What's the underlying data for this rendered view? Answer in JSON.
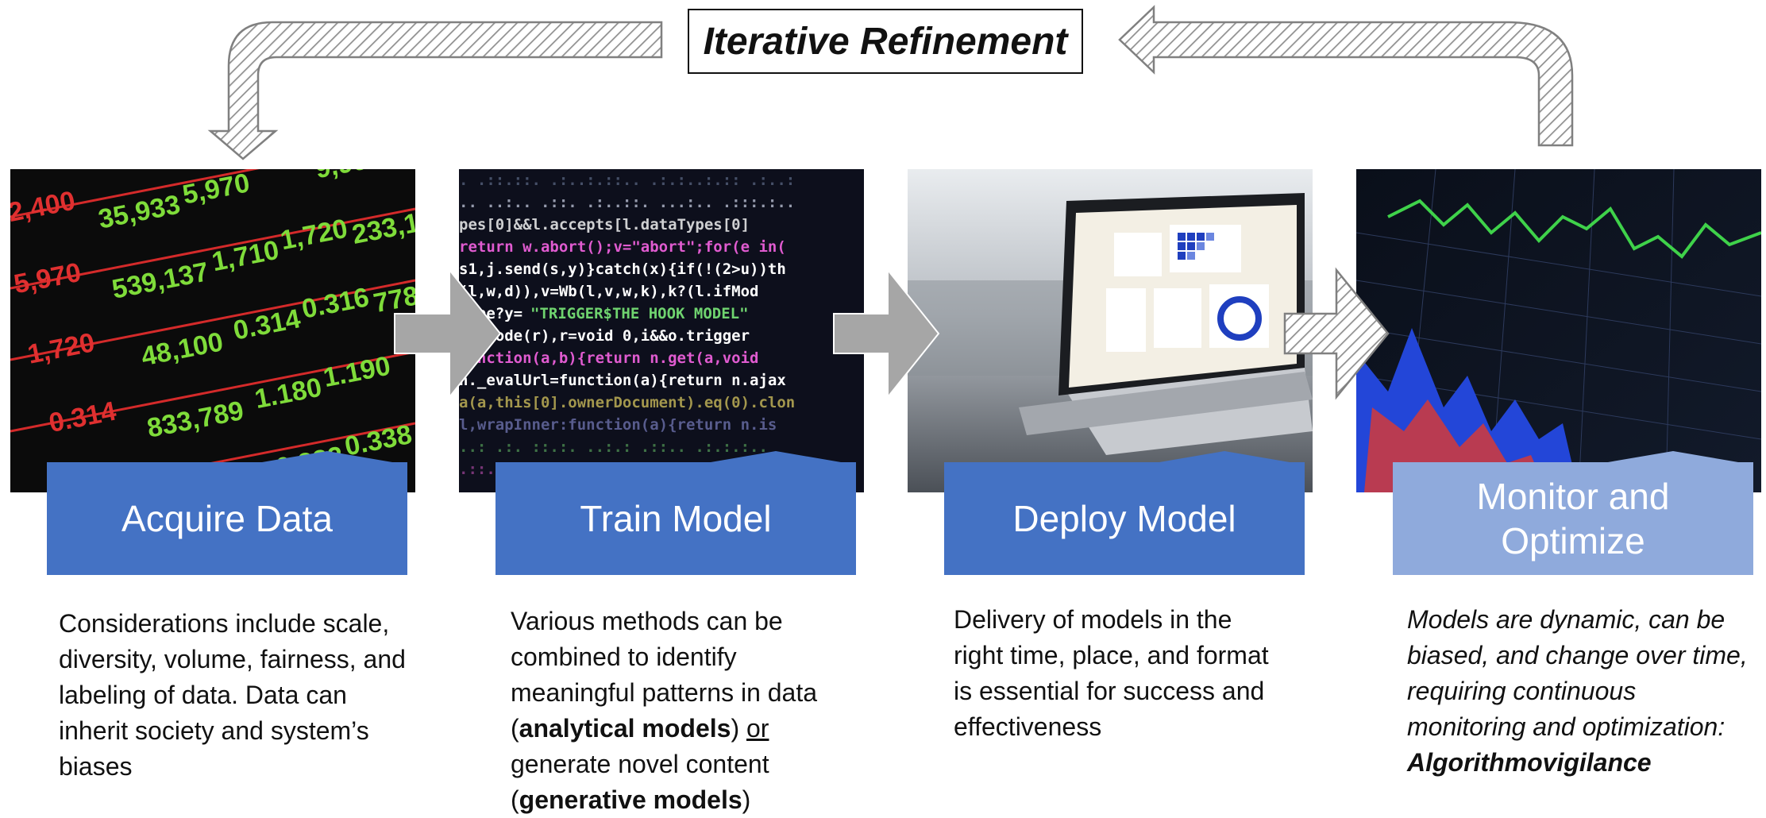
{
  "title": "Iterative Refinement",
  "colors": {
    "stage_blue": "#4472c4",
    "stage_light_blue": "#8faadc",
    "arrow_gray": "#a6a6a6"
  },
  "stages": [
    {
      "label": "Acquire Data",
      "photo": "stock-ticker-board",
      "description": "Considerations include scale, diversity, volume, fairness, and labeling of data. Data can inherit society and system’s biases"
    },
    {
      "label": "Train Model",
      "photo": "source-code-screen",
      "description": {
        "part1": "Various methods can be combined to identify meaningful patterns in data (",
        "bold1": "analytical models",
        "part2": ") ",
        "underline": "or",
        "part3": " generate novel content (",
        "bold2": "generative models",
        "part4": ")"
      }
    },
    {
      "label": "Deploy Model",
      "photo": "laptop-dashboard",
      "description": "Delivery of models in the right time, place, and format is essential for success and effectiveness"
    },
    {
      "label": "Monitor and Optimize",
      "photo": "tablet-line-chart",
      "description": {
        "italic": "Models are dynamic, can be biased, and change over time, requiring continuous monitoring and optimization:",
        "bold_italic": "Algorithmovigilance"
      }
    }
  ]
}
